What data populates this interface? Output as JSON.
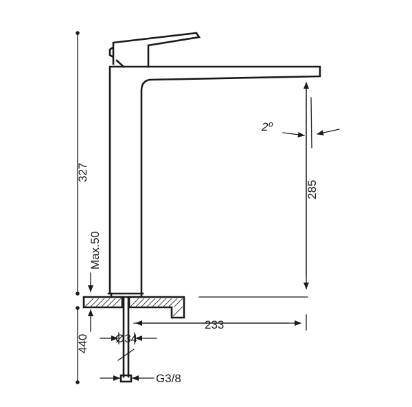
{
  "dimensions": {
    "total_height": "327",
    "spout_height": "285",
    "counter_thickness": "Max.50",
    "below_counter": "440",
    "reach": "233",
    "hole_diameter": "Ø34",
    "thread": "G3/8",
    "spout_angle": "2º"
  },
  "colors": {
    "line": "#1a1a1a",
    "background": "#ffffff"
  }
}
